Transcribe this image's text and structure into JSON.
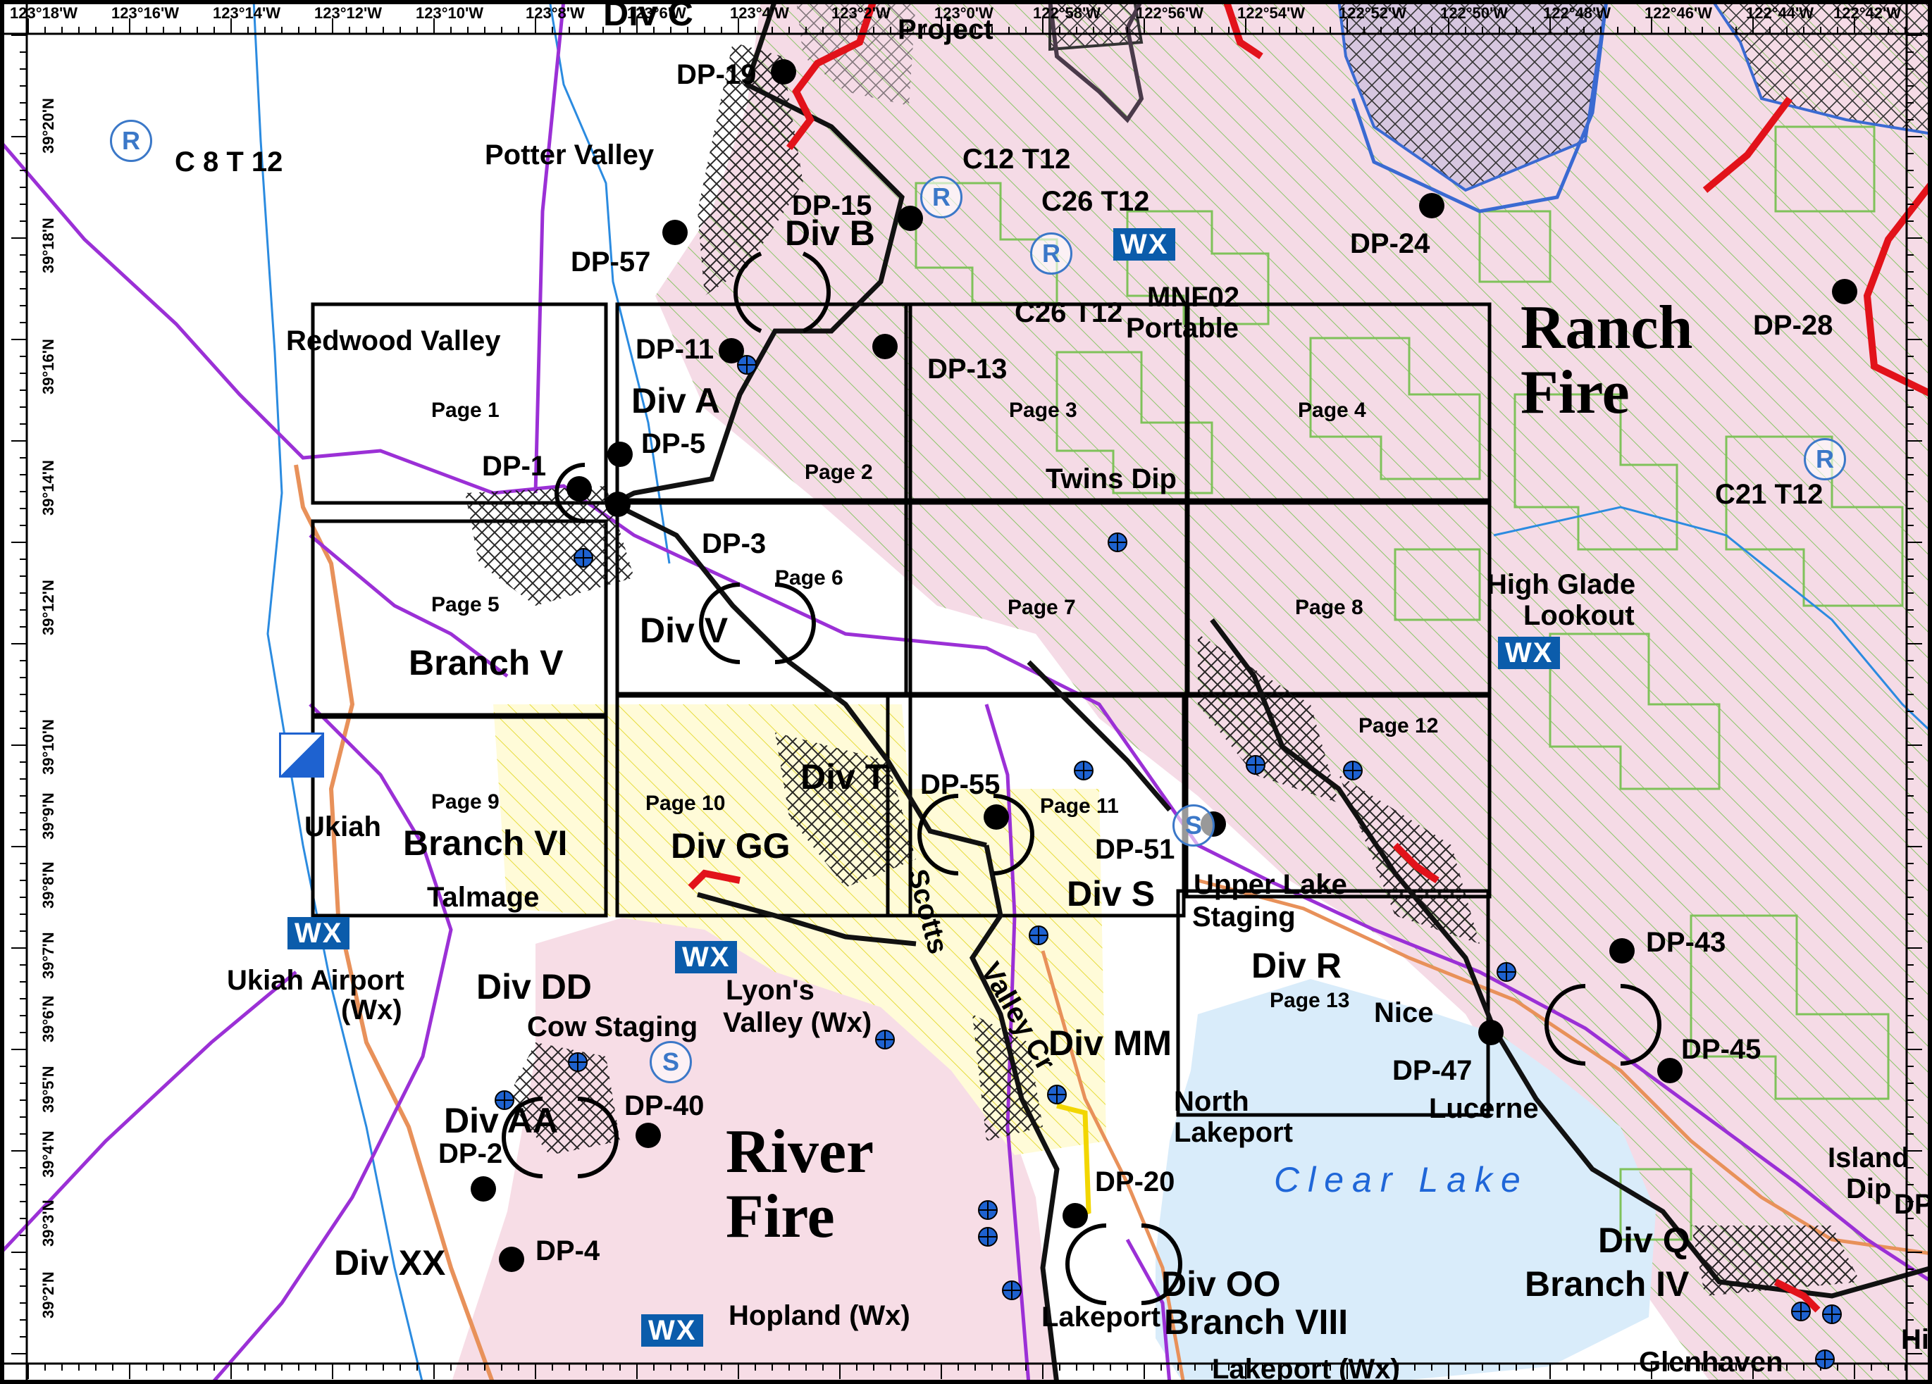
{
  "map": {
    "fires": [
      "Ranch Fire",
      "River Fire"
    ],
    "lake": "Clear Lake",
    "longitude_ticks": [
      "123°18'W",
      "123°16'W",
      "123°14'W",
      "123°12'W",
      "123°10'W",
      "123°8'W",
      "123°6'W",
      "123°4'W",
      "123°2'W",
      "123°0'W",
      "122°58'W",
      "122°56'W",
      "122°54'W",
      "122°52'W",
      "122°50'W",
      "122°48'W",
      "122°46'W",
      "122°44'W",
      "122°42'W"
    ],
    "latitude_ticks": [
      "39°20'N",
      "39°18'N",
      "39°16'N",
      "39°14'N",
      "39°12'N",
      "39°10'N",
      "39°9'N",
      "39°8'N",
      "39°7'N",
      "39°6'N",
      "39°5'N",
      "39°4'N",
      "39°3'N",
      "39°2'N"
    ],
    "grid_pages": [
      "Page 1",
      "Page 2",
      "Page 3",
      "Page 4",
      "Page 5",
      "Page 6",
      "Page 7",
      "Page 8",
      "Page 9",
      "Page 10",
      "Page 11",
      "Page 12",
      "Page 13"
    ],
    "divisions": [
      "Div C",
      "Div B",
      "Div A",
      "Div V",
      "Div T",
      "Div GG",
      "Div S",
      "Div R",
      "Div DD",
      "Div AA",
      "Div MM",
      "Div XX",
      "Div OO",
      "Div Q"
    ],
    "branches": [
      "Branch V",
      "Branch VI",
      "Branch VIII",
      "Branch IV"
    ],
    "drop_points": [
      "DP-19",
      "DP-15",
      "DP-57",
      "DP-11",
      "DP-13",
      "DP-5",
      "DP-1",
      "DP-3",
      "DP-55",
      "DP-51",
      "DP-24",
      "DP-28",
      "DP-43",
      "DP-45",
      "DP-47",
      "DP-40",
      "DP-2",
      "DP-4",
      "DP-20"
    ],
    "places": [
      "Project",
      "Potter Valley",
      "Redwood Valley",
      "Twins Dip",
      "MNF02",
      "Portable",
      "High Glade",
      "Lookout",
      "Ukiah",
      "Talmage",
      "Ukiah Airport",
      "(Wx)",
      "Cow Staging",
      "Lyon's",
      "Valley (Wx)",
      "Upper Lake",
      "Staging",
      "Nice",
      "North",
      "Lakeport",
      "Lucerne",
      "Island",
      "Dip",
      "Hopland (Wx)",
      "Lakeport (Wx)",
      "Glenhaven",
      "Scotts",
      "Valley Cr",
      "Hig",
      "DP"
    ],
    "grid_refs": [
      "C 8 T 12",
      "C12 T12",
      "C26 T12",
      "C21 T12"
    ],
    "symbols": {
      "repeater": "R",
      "staging": "S",
      "weather": "WX"
    },
    "colors": {
      "ranch_fire_fill": "#f5dbe6",
      "river_fire_fill": "#f7dde6",
      "green_hatch": "#7fc25a",
      "yellow_zone": "#f4ee66",
      "boundary_purple": "#9b30d6",
      "fire_line_red": "#e2121a",
      "river_blue": "#2b8be0",
      "lake_blue": "#d9ecfa",
      "road_orange": "#e8915a",
      "wx_badge": "#0b5cab"
    }
  }
}
